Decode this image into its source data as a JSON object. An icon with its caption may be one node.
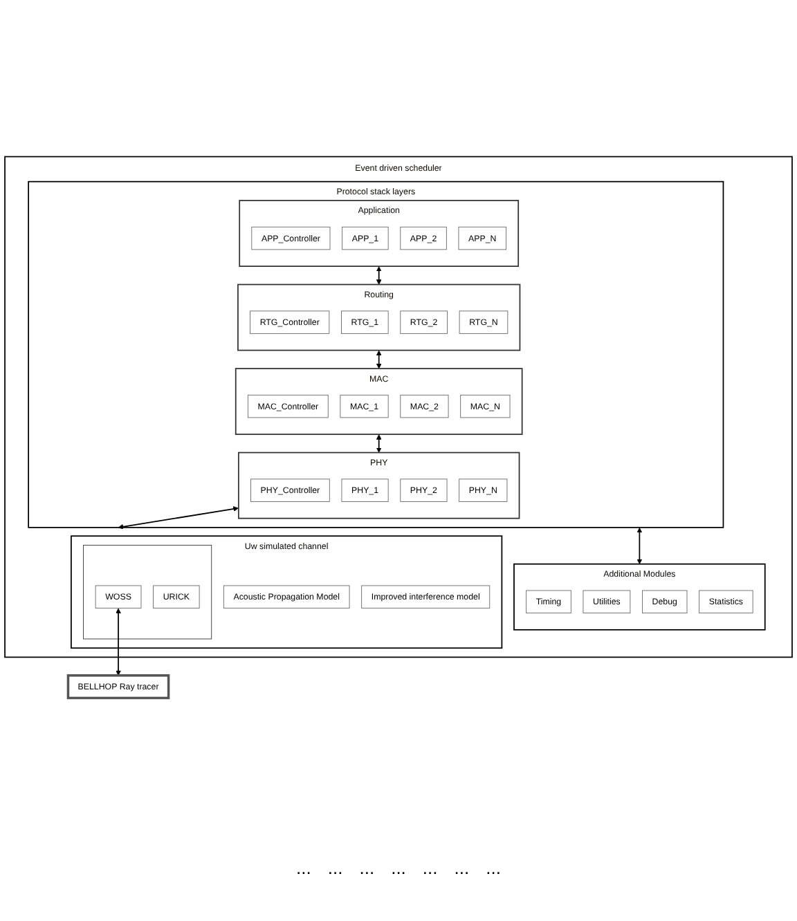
{
  "diagram": {
    "nodes": [
      {
        "text": [
          "Event driven scheduler"
        ]
      },
      {
        "text": [
          "Protocol stack layers"
        ],
        "in": 0
      },
      {
        "text": [
          "Application"
        ],
        "in": 1
      },
      {
        "text": [
          "APP_Controller"
        ],
        "in": 2
      },
      {
        "text": [
          "APP_1"
        ],
        "in": 2
      },
      {
        "text": [
          "APP_2"
        ],
        "in": 2
      },
      {
        "text": [
          "APP_N"
        ],
        "in": 2
      },
      {
        "text": [
          "Routing"
        ],
        "in": 1
      },
      {
        "text": [
          "RTG_Controller"
        ],
        "in": 7
      },
      {
        "text": [
          "RTG_1"
        ],
        "in": 7
      },
      {
        "text": [
          "RTG_2"
        ],
        "in": 7
      },
      {
        "text": [
          "RTG_N"
        ],
        "in": 7
      },
      {
        "text": [
          "MAC"
        ],
        "in": 1
      },
      {
        "text": [
          "MAC_Controller"
        ],
        "in": 12
      },
      {
        "text": [
          "MAC_1"
        ],
        "in": 12
      },
      {
        "text": [
          "MAC_2"
        ],
        "in": 12
      },
      {
        "text": [
          "MAC_N"
        ],
        "in": 12
      },
      {
        "text": [
          "PHY"
        ],
        "in": 1
      },
      {
        "text": [
          "PHY_Controller"
        ],
        "in": 17
      },
      {
        "text": [
          "PHY_1"
        ],
        "in": 17
      },
      {
        "text": [
          "PHY_2"
        ],
        "in": 17
      },
      {
        "text": [
          "PHY_N"
        ],
        "in": 17
      },
      {
        "text": [
          "Additional Modules"
        ],
        "in": 0
      },
      {
        "text": [
          "Timing"
        ],
        "in": 22
      },
      {
        "text": [
          "Utilities"
        ],
        "in": 22
      },
      {
        "text": [
          "Debug"
        ],
        "in": 22
      },
      {
        "text": [
          "Statistics"
        ],
        "in": 22
      },
      {
        "text": [
          "Uw simulated channel"
        ],
        "in": 0
      },
      {
        "text": [
          "Acoustic Propagation Model"
        ],
        "in": 27
      },
      {
        "text": [
          "Improved interference model"
        ],
        "in": 27
      },
      {
        "text": [],
        "shape": "box",
        "in": 27
      },
      {
        "text": [
          "WOSS"
        ],
        "in": 30
      },
      {
        "text": [
          "URICK"
        ],
        "in": 30
      },
      {
        "text": [
          "BELLHOP Ray tracer"
        ]
      }
    ],
    "edges": [
      {
        "from": 1,
        "to": 22,
        "arrow": "both"
      },
      {
        "from": 2,
        "to": 7,
        "arrow": "both"
      },
      {
        "from": 7,
        "to": 12,
        "arrow": "both"
      },
      {
        "from": 12,
        "to": 17,
        "arrow": "both"
      },
      {
        "from": 17,
        "to": 27,
        "arrow": "both"
      },
      {
        "from": 31,
        "to": 33,
        "arrow": "both"
      }
    ],
    "labels": [
      "...",
      "...",
      "...",
      "...",
      "...",
      "...",
      "..."
    ]
  }
}
